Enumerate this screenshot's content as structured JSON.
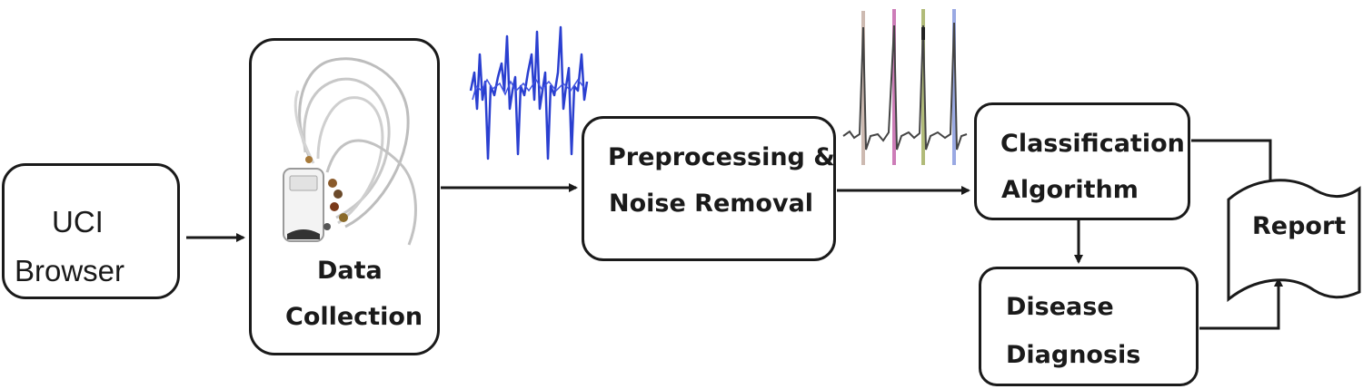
{
  "nodes": {
    "uci": {
      "line1": "UCI",
      "line2": "Browser"
    },
    "data_collection": {
      "line1": "Data",
      "line2": "Collection"
    },
    "preprocessing": {
      "line1": "Preprocessing &",
      "line2": "Noise Removal"
    },
    "classification": {
      "line1": "Classification",
      "line2": "Algorithm"
    },
    "diagnosis": {
      "line1": "Disease",
      "line2": "Diagnosis"
    },
    "report": {
      "label": "Report"
    }
  },
  "colors": {
    "stroke": "#1a1a1a",
    "raw_signal": "#2a3fd0",
    "filtered_signal": "#444444",
    "marker_1": "#c8b2a8",
    "marker_2": "#c86fb0",
    "marker_3": "#a8b46a",
    "marker_4": "#8fa0e0"
  },
  "icons": [
    "holter-ecg-device-icon",
    "raw-ecg-signal-icon",
    "filtered-ecg-signal-icon",
    "report-document-icon"
  ]
}
